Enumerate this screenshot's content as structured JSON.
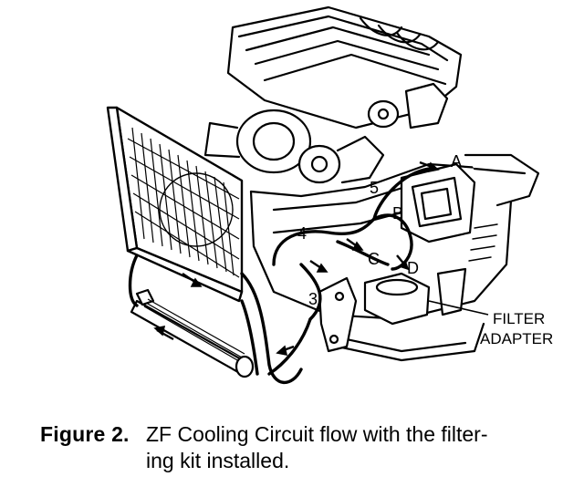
{
  "diagram": {
    "callouts": {
      "A": "A",
      "B": "B",
      "C": "C",
      "D": "D",
      "n3": "3",
      "n4": "4",
      "n5": "5"
    },
    "filter_label_line1": "FILTER",
    "filter_label_line2": "ADAPTER"
  },
  "caption": {
    "label": "Figure 2.",
    "line1": "ZF Cooling Circuit flow with the filter-",
    "line2": "ing kit installed."
  }
}
